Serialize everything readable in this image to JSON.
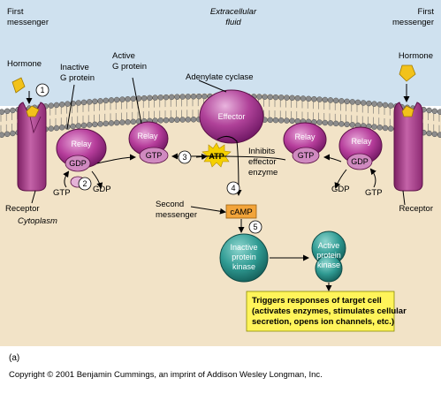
{
  "labels": {
    "first_messenger_left": [
      "First",
      "messenger"
    ],
    "first_messenger_right": [
      "First",
      "messenger"
    ],
    "hormone_left": "Hormone",
    "hormone_right": "Hormone",
    "extracellular": [
      "Extracellular",
      "fluid"
    ],
    "inactive_g": [
      "Inactive",
      "G protein"
    ],
    "active_g": [
      "Active",
      "G protein"
    ],
    "adenylate_cyclase": "Adenylate cyclase",
    "effector": "Effector",
    "relay": "Relay",
    "gdp": "GDP",
    "gtp": "GTP",
    "atp": "ATP",
    "inhibits": [
      "Inhibits",
      "effector",
      "enzyme"
    ],
    "receptor_left": "Receptor",
    "receptor_right": "Receptor",
    "cytoplasm": "Cytoplasm",
    "second_messenger": [
      "Second",
      "messenger"
    ],
    "camp": "cAMP",
    "inactive_kinase": [
      "Inactive",
      "protein",
      "kinase"
    ],
    "active_kinase": [
      "Active",
      "protein",
      "kinase"
    ],
    "triggers": [
      "Triggers responses of target cell",
      "(activates enzymes, stimulates cellular",
      "secretion, opens ion channels, etc.)"
    ],
    "step_numbers": [
      "1",
      "2",
      "3",
      "4",
      "5"
    ]
  },
  "figure_label": "(a)",
  "copyright": "Copyright © 2001 Benjamin Cummings, an imprint of Addison Wesley Longman, Inc.",
  "colors": {
    "extracellular": "#cfe1ef",
    "cytoplasm": "#f2e3c7",
    "membrane_head": "#8c8c8c",
    "receptor": "#b7428f",
    "relay": "#a02a87",
    "effector": "#a02a87",
    "hormone": "#f2c21b",
    "camp_box": "#f2a43a",
    "atp_star": "#f5d000",
    "kinase": "#2b8f8a",
    "triggers_box": "#fff45a"
  }
}
